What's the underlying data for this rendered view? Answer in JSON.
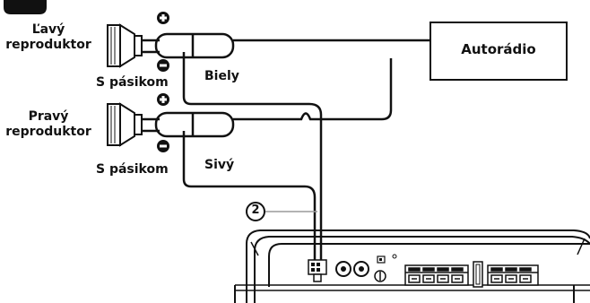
{
  "speakers": {
    "left": {
      "label_line1": "Ľavý",
      "label_line2": "reproduktor",
      "stripe_label": "S pásikom",
      "wire_color_label": "Biely"
    },
    "right": {
      "label_line1": "Pravý",
      "label_line2": "reproduktor",
      "stripe_label": "S pásikom",
      "wire_color_label": "Sivý"
    }
  },
  "head_unit": {
    "label": "Autorádio"
  },
  "callout": {
    "number": "2"
  },
  "polarity": {
    "positive_icon": "plus-circle-icon",
    "negative_icon": "minus-circle-icon"
  },
  "colors": {
    "ink": "#111111",
    "callout_line": "#9a9a9a",
    "background": "#ffffff"
  }
}
